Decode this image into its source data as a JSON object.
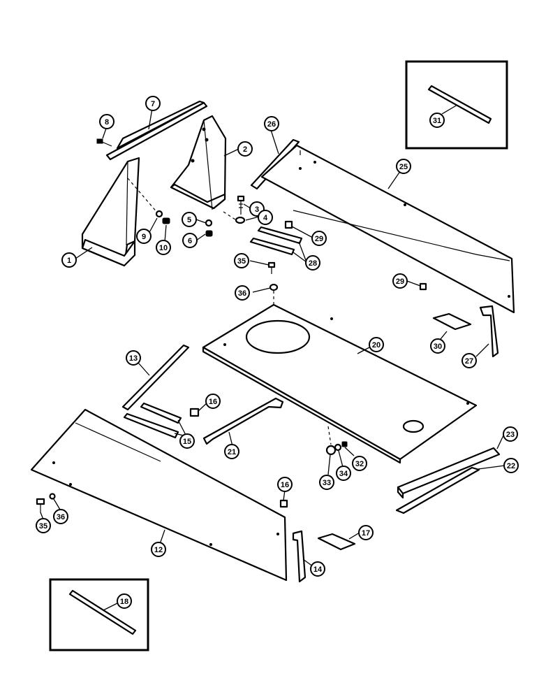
{
  "callouts": [
    {
      "id": "c1",
      "label": "1"
    },
    {
      "id": "c2",
      "label": "2"
    },
    {
      "id": "c3",
      "label": "3"
    },
    {
      "id": "c4",
      "label": "4"
    },
    {
      "id": "c5",
      "label": "5"
    },
    {
      "id": "c6",
      "label": "6"
    },
    {
      "id": "c7",
      "label": "7"
    },
    {
      "id": "c8",
      "label": "8"
    },
    {
      "id": "c9",
      "label": "9"
    },
    {
      "id": "c10",
      "label": "10"
    },
    {
      "id": "c12",
      "label": "12"
    },
    {
      "id": "c13",
      "label": "13"
    },
    {
      "id": "c14",
      "label": "14"
    },
    {
      "id": "c15",
      "label": "15"
    },
    {
      "id": "c16a",
      "label": "16"
    },
    {
      "id": "c16b",
      "label": "16"
    },
    {
      "id": "c17",
      "label": "17"
    },
    {
      "id": "c18",
      "label": "18"
    },
    {
      "id": "c20",
      "label": "20"
    },
    {
      "id": "c21",
      "label": "21"
    },
    {
      "id": "c22",
      "label": "22"
    },
    {
      "id": "c23",
      "label": "23"
    },
    {
      "id": "c25",
      "label": "25"
    },
    {
      "id": "c26",
      "label": "26"
    },
    {
      "id": "c27",
      "label": "27"
    },
    {
      "id": "c28",
      "label": "28"
    },
    {
      "id": "c29a",
      "label": "29"
    },
    {
      "id": "c29b",
      "label": "29"
    },
    {
      "id": "c30",
      "label": "30"
    },
    {
      "id": "c31",
      "label": "31"
    },
    {
      "id": "c32",
      "label": "32"
    },
    {
      "id": "c33",
      "label": "33"
    },
    {
      "id": "c34",
      "label": "34"
    },
    {
      "id": "c35a",
      "label": "35"
    },
    {
      "id": "c35b",
      "label": "35"
    },
    {
      "id": "c36a",
      "label": "36"
    },
    {
      "id": "c36b",
      "label": "36"
    }
  ]
}
